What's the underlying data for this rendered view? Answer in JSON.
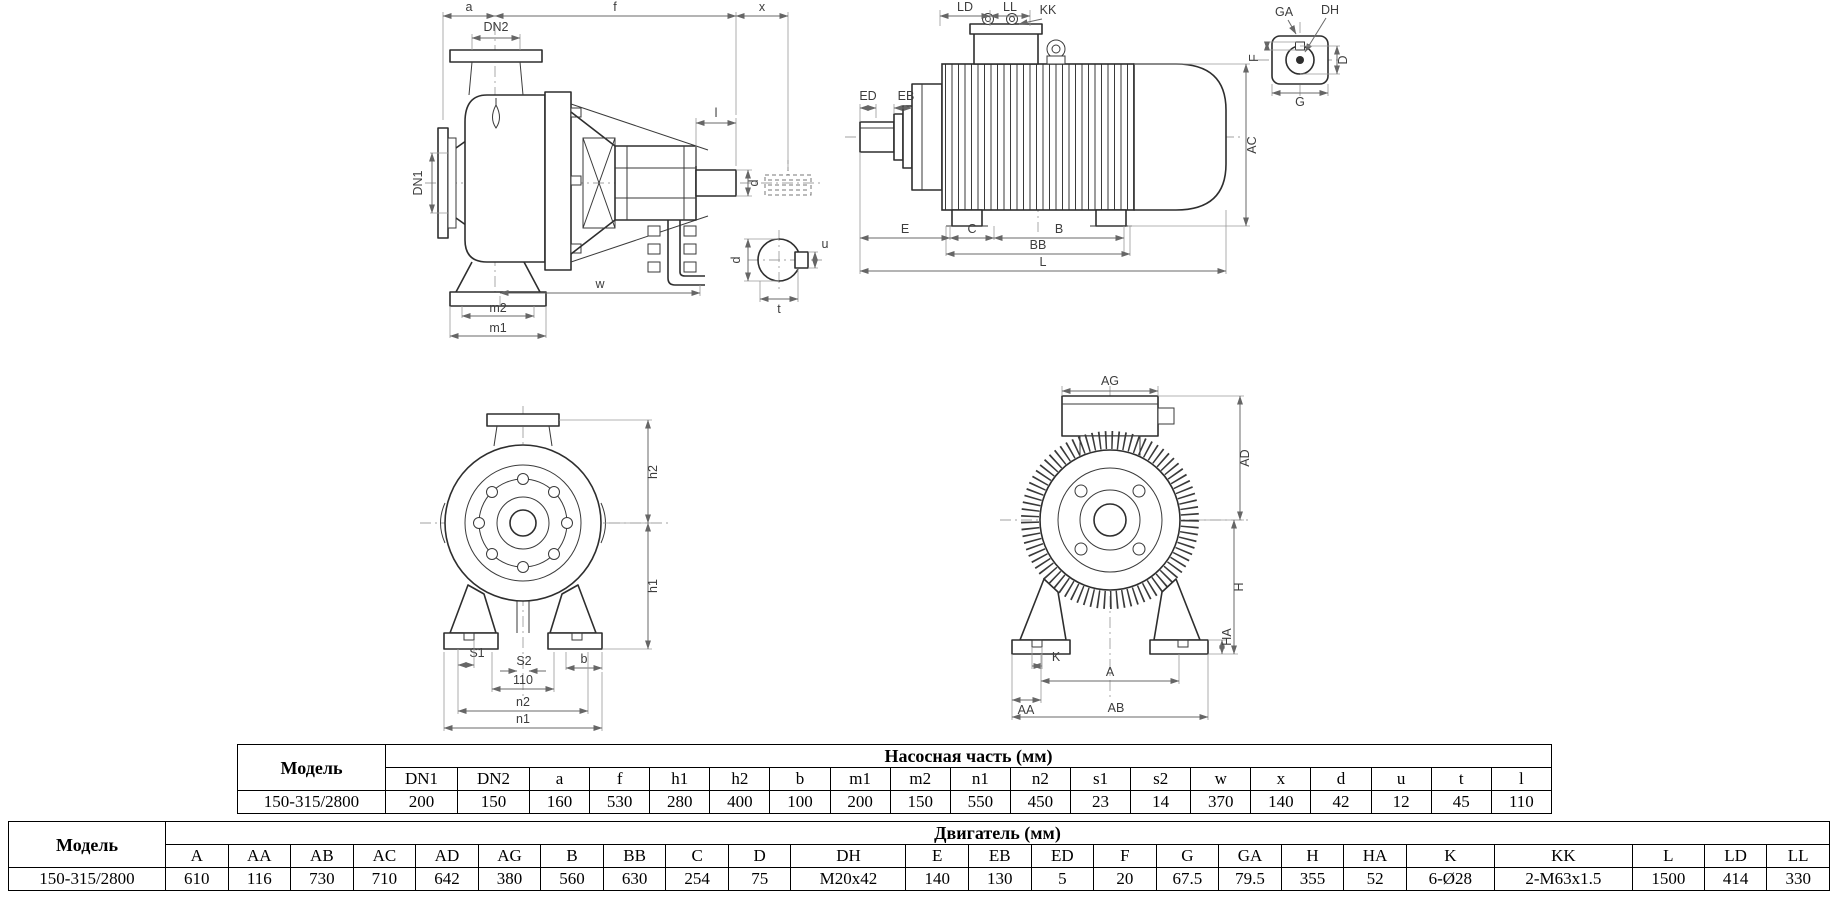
{
  "labels": {
    "psv": {
      "a": "a",
      "f": "f",
      "x": "x",
      "dn2": "DN2",
      "dn1": "DN1",
      "l": "l",
      "d": "d",
      "w": "w",
      "m2": "m2",
      "m1": "m1",
      "d_section": "d",
      "u": "u",
      "t": "t"
    },
    "msv": {
      "ld": "LD",
      "ll": "LL",
      "kk": "KK",
      "ed": "ED",
      "eb": "EB",
      "ac": "AC",
      "e": "E",
      "c": "C",
      "b": "B",
      "bb": "BB",
      "l": "L"
    },
    "det": {
      "ga": "GA",
      "dh": "DH",
      "d": "D",
      "g": "G",
      "f": "F"
    },
    "pfv": {
      "h2": "h2",
      "h1": "h1",
      "s1": "S1",
      "s2": "S2",
      "dim110": "110",
      "b": "b",
      "n2": "n2",
      "n1": "n1"
    },
    "mfv": {
      "ag": "AG",
      "ad": "AD",
      "h": "H",
      "ha": "HA",
      "k": "K",
      "a": "A",
      "aa": "AA",
      "ab": "AB"
    }
  },
  "pump_table": {
    "model_header": "Модель",
    "group_header": "Насосная часть (мм)",
    "columns": [
      "DN1",
      "DN2",
      "a",
      "f",
      "h1",
      "h2",
      "b",
      "m1",
      "m2",
      "n1",
      "n2",
      "s1",
      "s2",
      "w",
      "x",
      "d",
      "u",
      "t",
      "l"
    ],
    "row": {
      "model": "150-315/2800",
      "values": [
        "200",
        "150",
        "160",
        "530",
        "280",
        "400",
        "100",
        "200",
        "150",
        "550",
        "450",
        "23",
        "14",
        "370",
        "140",
        "42",
        "12",
        "45",
        "110"
      ]
    }
  },
  "motor_table": {
    "model_header": "Модель",
    "group_header": "Двигатель (мм)",
    "columns": [
      "A",
      "AA",
      "AB",
      "AC",
      "AD",
      "AG",
      "B",
      "BB",
      "C",
      "D",
      "DH",
      "E",
      "EB",
      "ED",
      "F",
      "G",
      "GA",
      "H",
      "HA",
      "K",
      "KK",
      "L",
      "LD",
      "LL"
    ],
    "row": {
      "model": "150-315/2800",
      "values": [
        "610",
        "116",
        "730",
        "710",
        "642",
        "380",
        "560",
        "630",
        "254",
        "75",
        "M20x42",
        "140",
        "130",
        "5",
        "20",
        "67.5",
        "79.5",
        "355",
        "52",
        "6-Ø28",
        "2-M63x1.5",
        "1500",
        "414",
        "330"
      ]
    }
  }
}
